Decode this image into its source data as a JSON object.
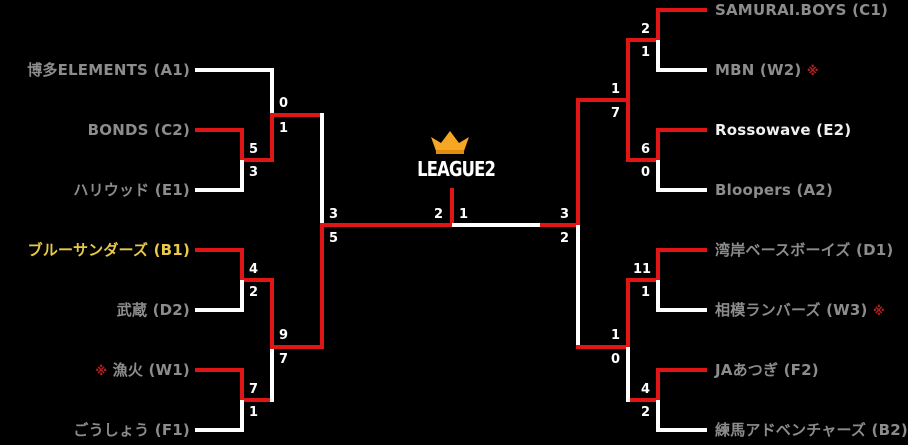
{
  "title": "LEAGUE2",
  "colors": {
    "winner_line": "#e01616",
    "loser_line": "#ffffff",
    "background": "#000000",
    "highlight_gold": "#e8c948",
    "mark": "#b02020"
  },
  "left_teams": [
    {
      "name": "博多ELEMENTS (A1)",
      "mark": ""
    },
    {
      "name": "BONDS (C2)",
      "mark": ""
    },
    {
      "name": "ハリウッド (E1)",
      "mark": ""
    },
    {
      "name": "ブルーサンダーズ (B1)",
      "mark": ""
    },
    {
      "name": "武蔵 (D2)",
      "mark": ""
    },
    {
      "name": "漁火 (W1)",
      "mark": "※"
    },
    {
      "name": "ごうしょう (F1)",
      "mark": ""
    }
  ],
  "right_teams": [
    {
      "name": "SAMURAI.BOYS (C1)",
      "mark": ""
    },
    {
      "name": "MBN (W2)",
      "mark": "※"
    },
    {
      "name": "Rossowave (E2)",
      "mark": ""
    },
    {
      "name": "Bloopers (A2)",
      "mark": ""
    },
    {
      "name": "湾岸ベースボーイズ (D1)",
      "mark": ""
    },
    {
      "name": "相模ランバーズ (W3)",
      "mark": "※"
    },
    {
      "name": "JAあつぎ (F2)",
      "mark": ""
    },
    {
      "name": "練馬アドベンチャーズ (B2)",
      "mark": ""
    }
  ],
  "left_scores": {
    "bonds_vs_hollywood": [
      "5",
      "3"
    ],
    "b1_vs_d2": [
      "4",
      "2"
    ],
    "w1_vs_f1": [
      "7",
      "1"
    ],
    "a1_vs_c2": [
      "0",
      "1"
    ],
    "b1_vs_w1": [
      "9",
      "7"
    ],
    "semi": [
      "3",
      "5"
    ],
    "final": "2"
  },
  "right_scores": {
    "c1_vs_w2": [
      "2",
      "1"
    ],
    "e2_vs_a2": [
      "6",
      "0"
    ],
    "d1_vs_w3": [
      "11",
      "1"
    ],
    "f2_vs_b2": [
      "4",
      "2"
    ],
    "c1_vs_e2": [
      "1",
      "7"
    ],
    "w3_vs_f2": [
      "1",
      "0"
    ],
    "semi": [
      "3",
      "2"
    ],
    "final": "1"
  }
}
